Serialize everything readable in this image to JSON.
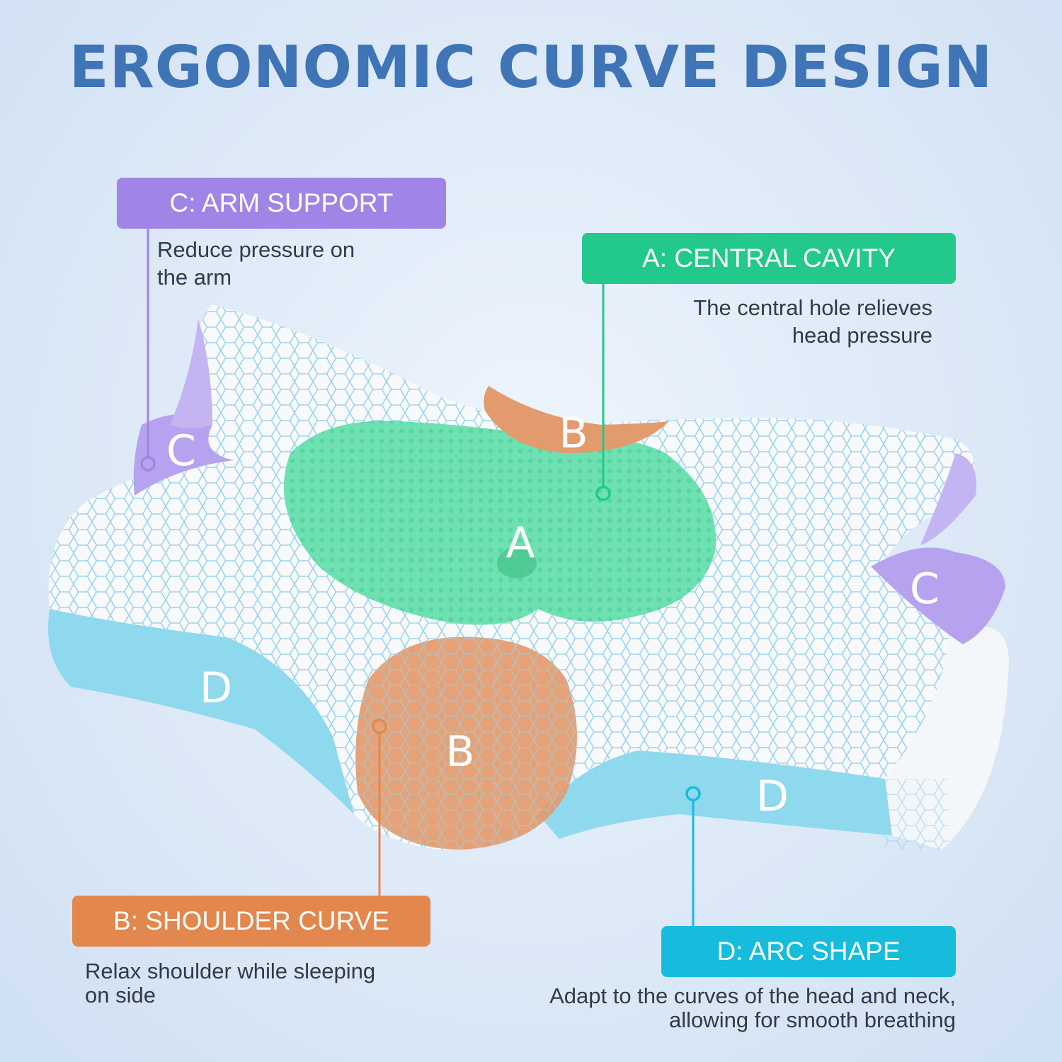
{
  "title": "ERGONOMIC CURVE DESIGN",
  "colors": {
    "title": "#3f74b6",
    "arm_support": "#a084e6",
    "central_cavity": "#22c98a",
    "shoulder_curve": "#e2874e",
    "arc_shape": "#16bcdc"
  },
  "callouts": {
    "arm_support": {
      "label": "C: ARM SUPPORT",
      "desc": "Reduce pressure on\nthe arm"
    },
    "central_cavity": {
      "label": "A: CENTRAL CAVITY",
      "desc": "The central hole relieves\nhead pressure"
    },
    "shoulder_curve": {
      "label": "B: SHOULDER CURVE",
      "desc": "Relax shoulder while sleeping\non side"
    },
    "arc_shape": {
      "label": "D: ARC SHAPE",
      "desc": "Adapt to the curves of the head and neck,\nallowing for smooth breathing"
    }
  },
  "zones": {
    "a": "A",
    "b_top": "B",
    "b_front": "B",
    "c_left": "C",
    "c_right": "C",
    "d_left": "D",
    "d_right": "D"
  }
}
